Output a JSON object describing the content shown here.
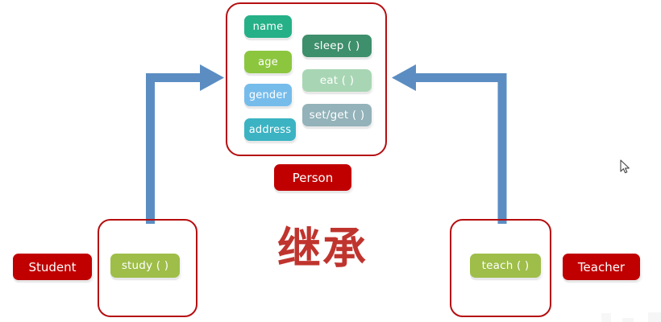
{
  "diagram": {
    "title_cn": "继承",
    "colors": {
      "class_border": "#b50e10",
      "label_red": "#c00000",
      "arrow_blue": "#5b8dc2",
      "heading_red": "#c0342e",
      "attr_name": "#25b088",
      "attr_age": "#8cc63f",
      "attr_gender": "#76bceb",
      "attr_address": "#3bb3c3",
      "method_sleep": "#3e8f6c",
      "method_eat": "#a8d6b4",
      "method_setget": "#93b2b9",
      "method_subclass": "#9ebe49"
    },
    "classes": {
      "person": {
        "label": "Person",
        "attributes": [
          {
            "name": "name",
            "label": "name"
          },
          {
            "name": "age",
            "label": "age"
          },
          {
            "name": "gender",
            "label": "gender"
          },
          {
            "name": "address",
            "label": "address"
          }
        ],
        "methods": [
          {
            "name": "sleep",
            "label": "sleep ( )"
          },
          {
            "name": "eat",
            "label": "eat ( )"
          },
          {
            "name": "setget",
            "label": "set/get ( )"
          }
        ]
      },
      "student": {
        "label": "Student",
        "methods": [
          {
            "name": "study",
            "label": "study ( )"
          }
        ]
      },
      "teacher": {
        "label": "Teacher",
        "methods": [
          {
            "name": "teach",
            "label": "teach ( )"
          }
        ]
      }
    },
    "arrows": [
      {
        "name": "student-to-person",
        "from": "Student",
        "to": "Person",
        "direction": "right"
      },
      {
        "name": "teacher-to-person",
        "from": "Teacher",
        "to": "Person",
        "direction": "left"
      }
    ]
  }
}
